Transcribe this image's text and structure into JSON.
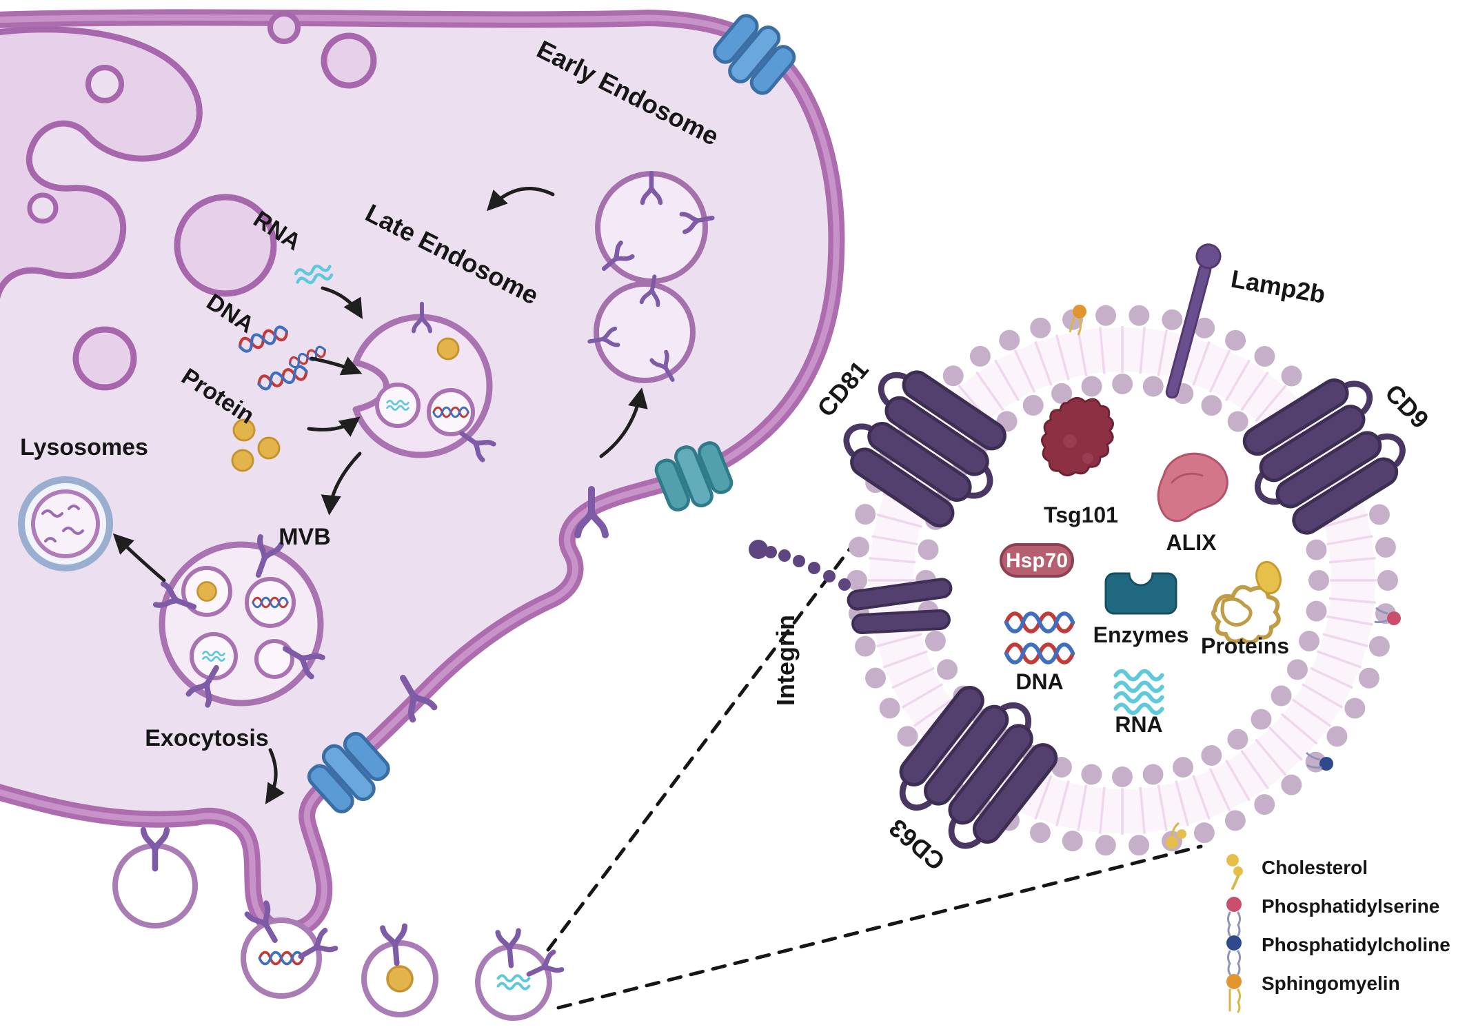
{
  "cell_labels": {
    "early_endosome": "Early Endosome",
    "late_endosome": "Late Endosome",
    "rna": "RNA",
    "dna": "DNA",
    "protein": "Protein",
    "lysosomes": "Lysosomes",
    "mvb": "MVB",
    "exocytosis": "Exocytosis"
  },
  "exosome": {
    "membrane_proteins": {
      "lamp2b": "Lamp2b",
      "cd81": "CD81",
      "cd9": "CD9",
      "cd63": "CD63",
      "integrin": "Integrin"
    },
    "cargo": {
      "tsg101": "Tsg101",
      "alix": "ALIX",
      "hsp70": "Hsp70",
      "enzymes": "Enzymes",
      "proteins": "Proteins",
      "dna": "DNA",
      "rna": "RNA"
    }
  },
  "legend": {
    "items": [
      {
        "id": "cholesterol",
        "label": "Cholesterol",
        "color": "#e6bf4a"
      },
      {
        "id": "phosphatidylserine",
        "label": "Phosphatidylserine",
        "color": "#c94f6d"
      },
      {
        "id": "phosphatidylcholine",
        "label": "Phosphatidylcholine",
        "color": "#2e4a8c"
      },
      {
        "id": "sphingomyelin",
        "label": "Sphingomyelin",
        "color": "#e2952f"
      }
    ]
  },
  "colors": {
    "membrane": "#ad6cae",
    "cytoplasm": "#ece0f0",
    "organelle": "#e7d1ea",
    "vesicle_stroke": "#a873b0",
    "exosome_bead": "#c6afc9",
    "tetraspanin": "#54406e",
    "tm_protein_blue": "#5b9bd5",
    "tm_protein_teal": "#53a0ad",
    "tsg101": "#8e3044",
    "alix": "#d4768a",
    "hsp70_badge": "#b65f70",
    "enzymes": "#1f6880",
    "proteins_tangle": "#bf9c45",
    "dna_red": "#c23b3b",
    "dna_blue": "#3f6fbe",
    "rna_cyan": "#5fc9dc",
    "receptor": "#7e5ba6",
    "arrow": "#1f1f1f"
  }
}
